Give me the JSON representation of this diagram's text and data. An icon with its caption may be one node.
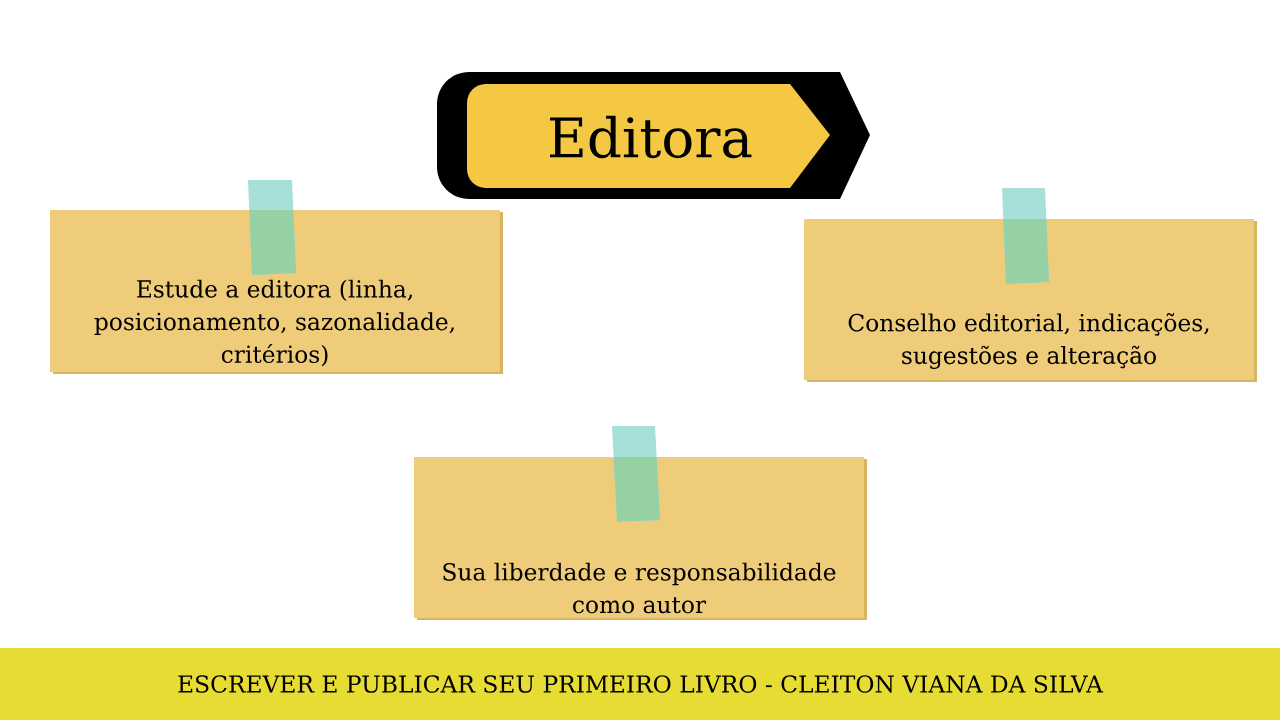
{
  "diagram": {
    "nodes": [
      {
        "text": [
          "Editora"
        ]
      },
      {
        "text": [
          "Estude a editora (linha, posicionamento, sazonalidade, critérios)"
        ]
      },
      {
        "text": [
          "Conselho editorial, indicações, sugestões e alteração"
        ]
      },
      {
        "text": [
          "Sua liberdade e responsabilidade como autor"
        ]
      },
      {
        "text": [
          "ESCREVER E PUBLICAR SEU PRIMEIRO LIVRO - CLEITON VIANA DA SILVA"
        ]
      }
    ]
  }
}
